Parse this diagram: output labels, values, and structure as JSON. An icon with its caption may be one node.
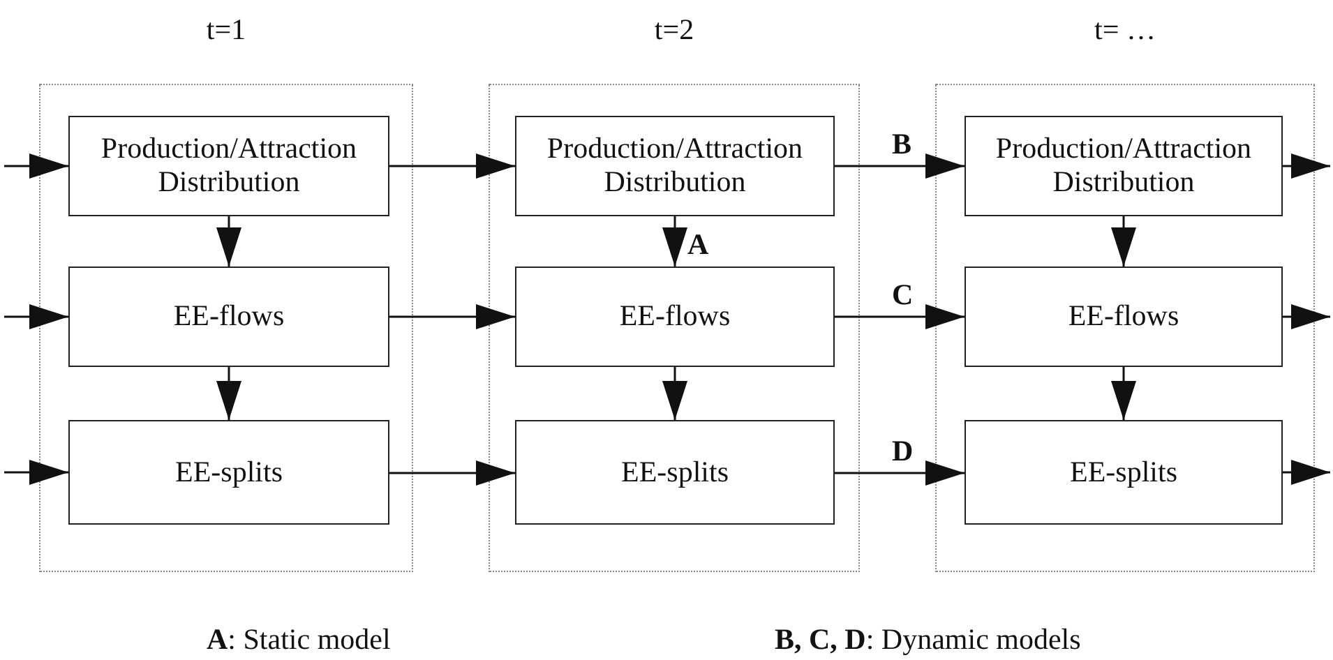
{
  "diagram": {
    "nodes": [
      {
        "text": [
          "t=1"
        ]
      },
      {
        "text": [
          "Production/Attraction Distribution"
        ],
        "in": 0
      },
      {
        "text": [
          "EE-flows"
        ],
        "in": 0
      },
      {
        "text": [
          "EE-splits"
        ],
        "in": 0
      },
      {
        "text": [
          "t=2"
        ]
      },
      {
        "text": [
          "Production/Attraction Distribution"
        ],
        "in": 4
      },
      {
        "text": [
          "EE-flows"
        ],
        "in": 4
      },
      {
        "text": [
          "EE-splits"
        ],
        "in": 4
      },
      {
        "text": [
          "t= …"
        ]
      },
      {
        "text": [
          "Production/Attraction Distribution"
        ],
        "in": 8
      },
      {
        "text": [
          "EE-flows"
        ],
        "in": 8
      },
      {
        "text": [
          "EE-splits"
        ],
        "in": 8
      }
    ],
    "edges": [
      {
        "from": null,
        "to": 1,
        "arrow": "to"
      },
      {
        "from": null,
        "to": 2,
        "arrow": "to"
      },
      {
        "from": null,
        "to": 3,
        "arrow": "to"
      },
      {
        "from": 1,
        "to": 2,
        "arrow": "to"
      },
      {
        "from": 2,
        "to": 3,
        "arrow": "to"
      },
      {
        "from": 1,
        "to": 5,
        "arrow": "to"
      },
      {
        "from": 2,
        "to": 6,
        "arrow": "to"
      },
      {
        "from": 3,
        "to": 7,
        "arrow": "to"
      },
      {
        "from": 5,
        "to": 6,
        "arrow": "to",
        "label": "A"
      },
      {
        "from": 6,
        "to": 7,
        "arrow": "to"
      },
      {
        "from": 5,
        "to": 9,
        "arrow": "to",
        "label": "B"
      },
      {
        "from": 6,
        "to": 10,
        "arrow": "to",
        "label": "C"
      },
      {
        "from": 7,
        "to": 11,
        "arrow": "to",
        "label": "D"
      },
      {
        "from": 9,
        "to": 10,
        "arrow": "to"
      },
      {
        "from": 10,
        "to": 11,
        "arrow": "to"
      },
      {
        "from": 9,
        "to": null,
        "arrow": "to"
      },
      {
        "from": 10,
        "to": null,
        "arrow": "to"
      },
      {
        "from": 11,
        "to": null,
        "arrow": "to"
      }
    ],
    "labels": [
      "**A**: Static model",
      "**B, C, D**: Dynamic models"
    ]
  }
}
